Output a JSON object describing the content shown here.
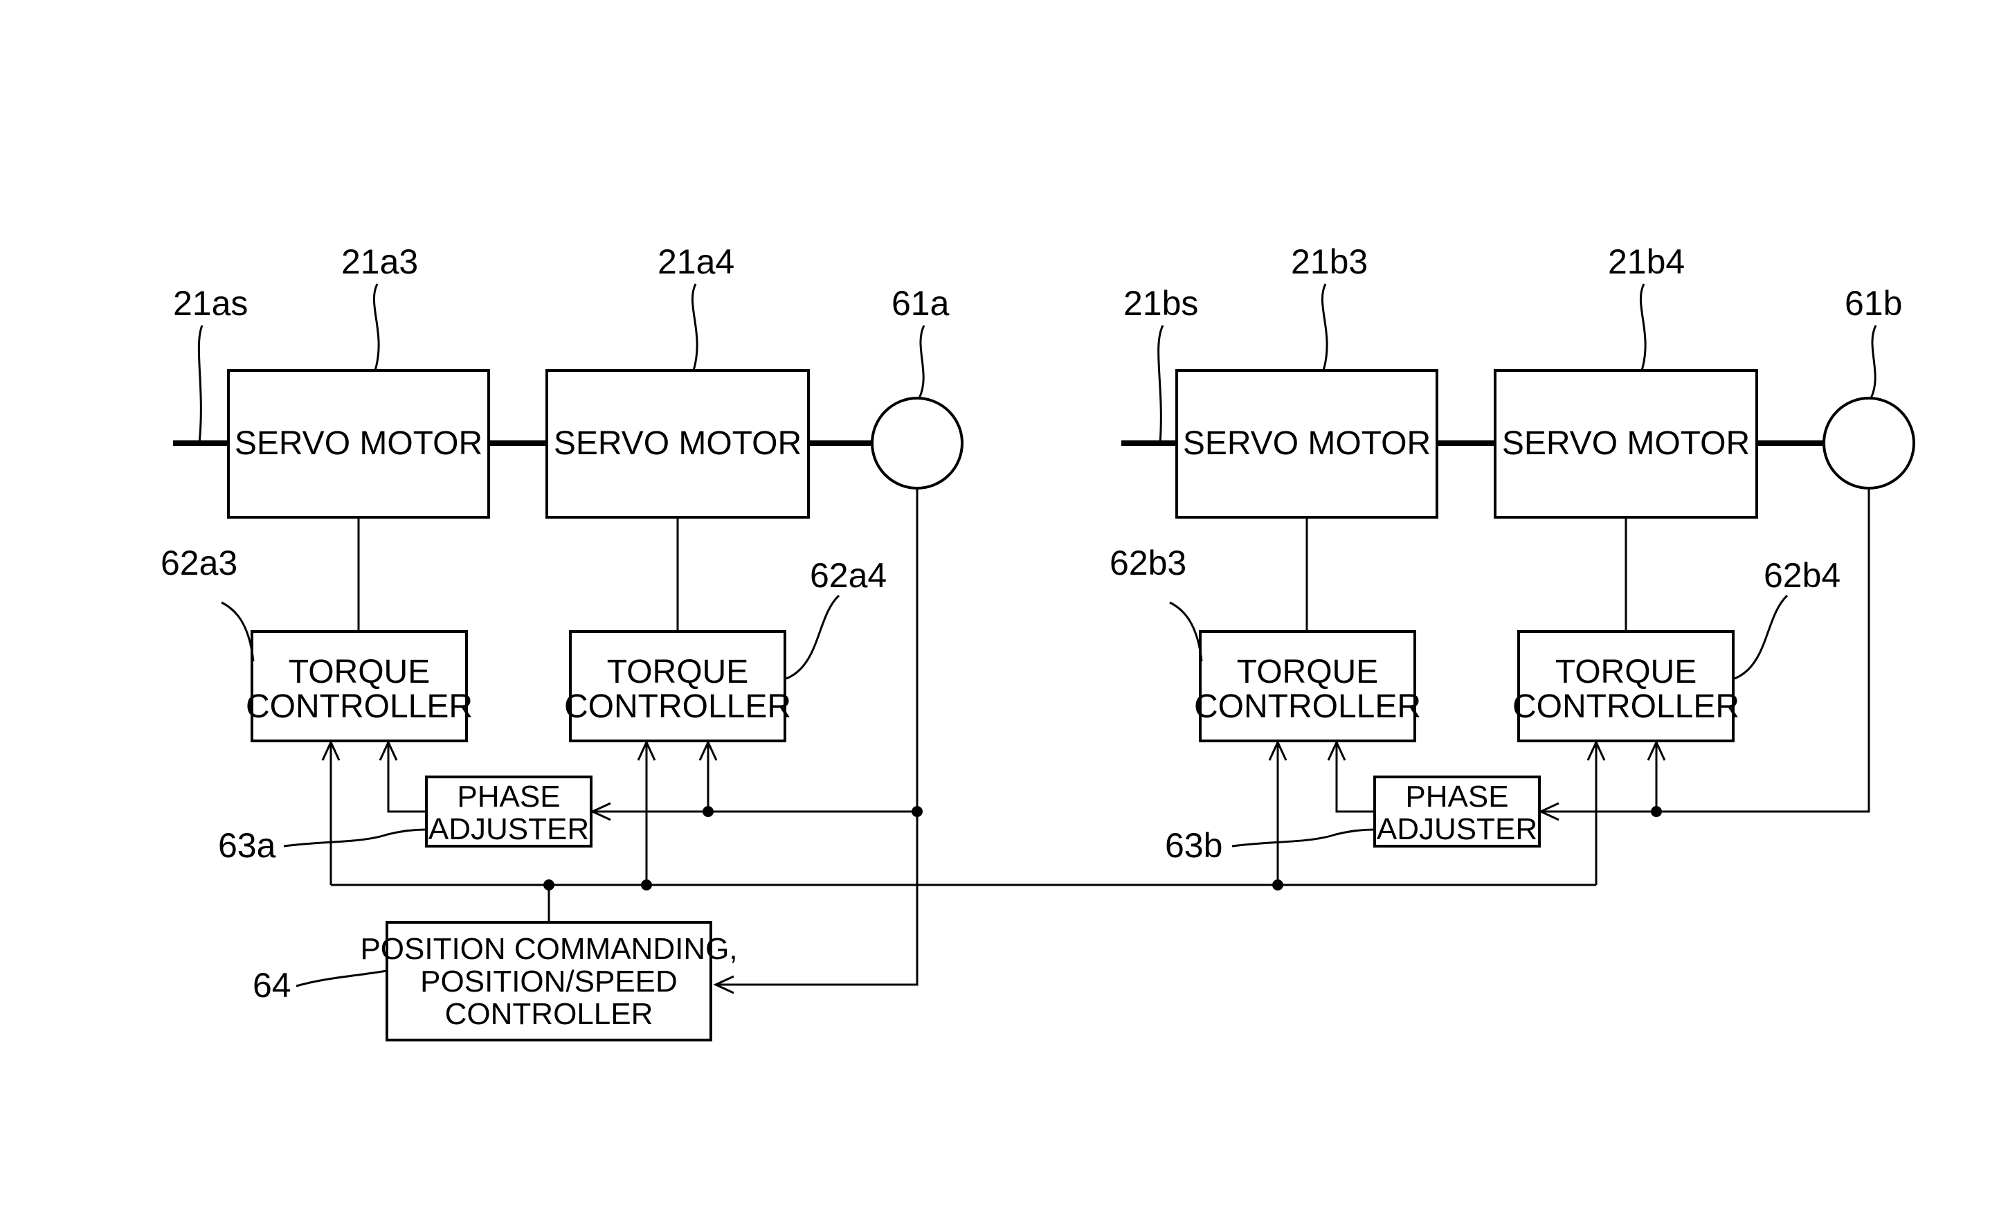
{
  "labels": {
    "motor_text": "SERVO MOTOR",
    "torque_line1": "TORQUE",
    "torque_line2": "CONTROLLER",
    "phase_line1": "PHASE",
    "phase_line2": "ADJUSTER",
    "position_line1": "POSITION COMMANDING,",
    "position_line2": "POSITION/SPEED",
    "position_line3": "CONTROLLER"
  },
  "refs": {
    "r21as": "21as",
    "r21a3": "21a3",
    "r21a4": "21a4",
    "r61a": "61a",
    "r62a3": "62a3",
    "r62a4": "62a4",
    "r63a": "63a",
    "r64": "64",
    "r21bs": "21bs",
    "r21b3": "21b3",
    "r21b4": "21b4",
    "r61b": "61b",
    "r62b3": "62b3",
    "r62b4": "62b4",
    "r63b": "63b"
  }
}
